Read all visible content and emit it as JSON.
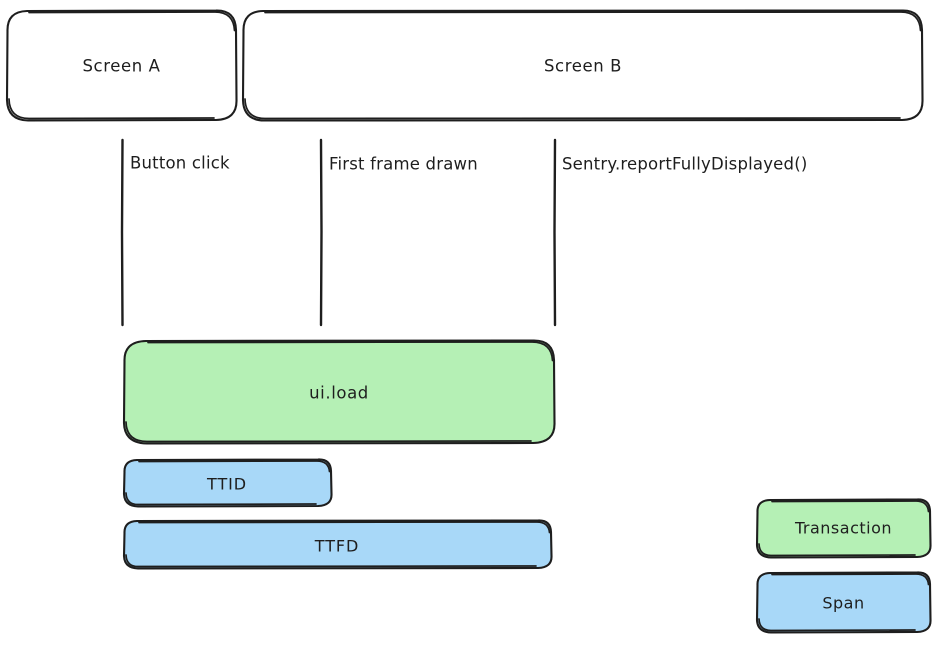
{
  "diagram": {
    "title": "Mobile screen load timeline: ui.load transaction with TTID and TTFD spans",
    "style": "hand-drawn",
    "background_color": "#ffffff",
    "stroke_color": "#1e1e1e",
    "colors": {
      "transaction_fill": "#b5f0b5",
      "span_fill": "#a8d8f8",
      "screen_fill": "#ffffff"
    }
  },
  "screens": [
    {
      "id": "screen-a",
      "label": "Screen A"
    },
    {
      "id": "screen-b",
      "label": "Screen B"
    }
  ],
  "markers": [
    {
      "id": "button-click",
      "label": "Button click"
    },
    {
      "id": "first-frame-drawn",
      "label": "First frame drawn"
    },
    {
      "id": "report-fully-displayed",
      "label": "Sentry.reportFullyDisplayed()"
    }
  ],
  "bars": [
    {
      "id": "ui-load",
      "label": "ui.load",
      "kind": "transaction",
      "color": "#b5f0b5"
    },
    {
      "id": "ttid",
      "label": "TTID",
      "kind": "span",
      "color": "#a8d8f8"
    },
    {
      "id": "ttfd",
      "label": "TTFD",
      "kind": "span",
      "color": "#a8d8f8"
    }
  ],
  "legend": [
    {
      "id": "legend-transaction",
      "label": "Transaction",
      "color": "#b5f0b5"
    },
    {
      "id": "legend-span",
      "label": "Span",
      "color": "#a8d8f8"
    }
  ]
}
